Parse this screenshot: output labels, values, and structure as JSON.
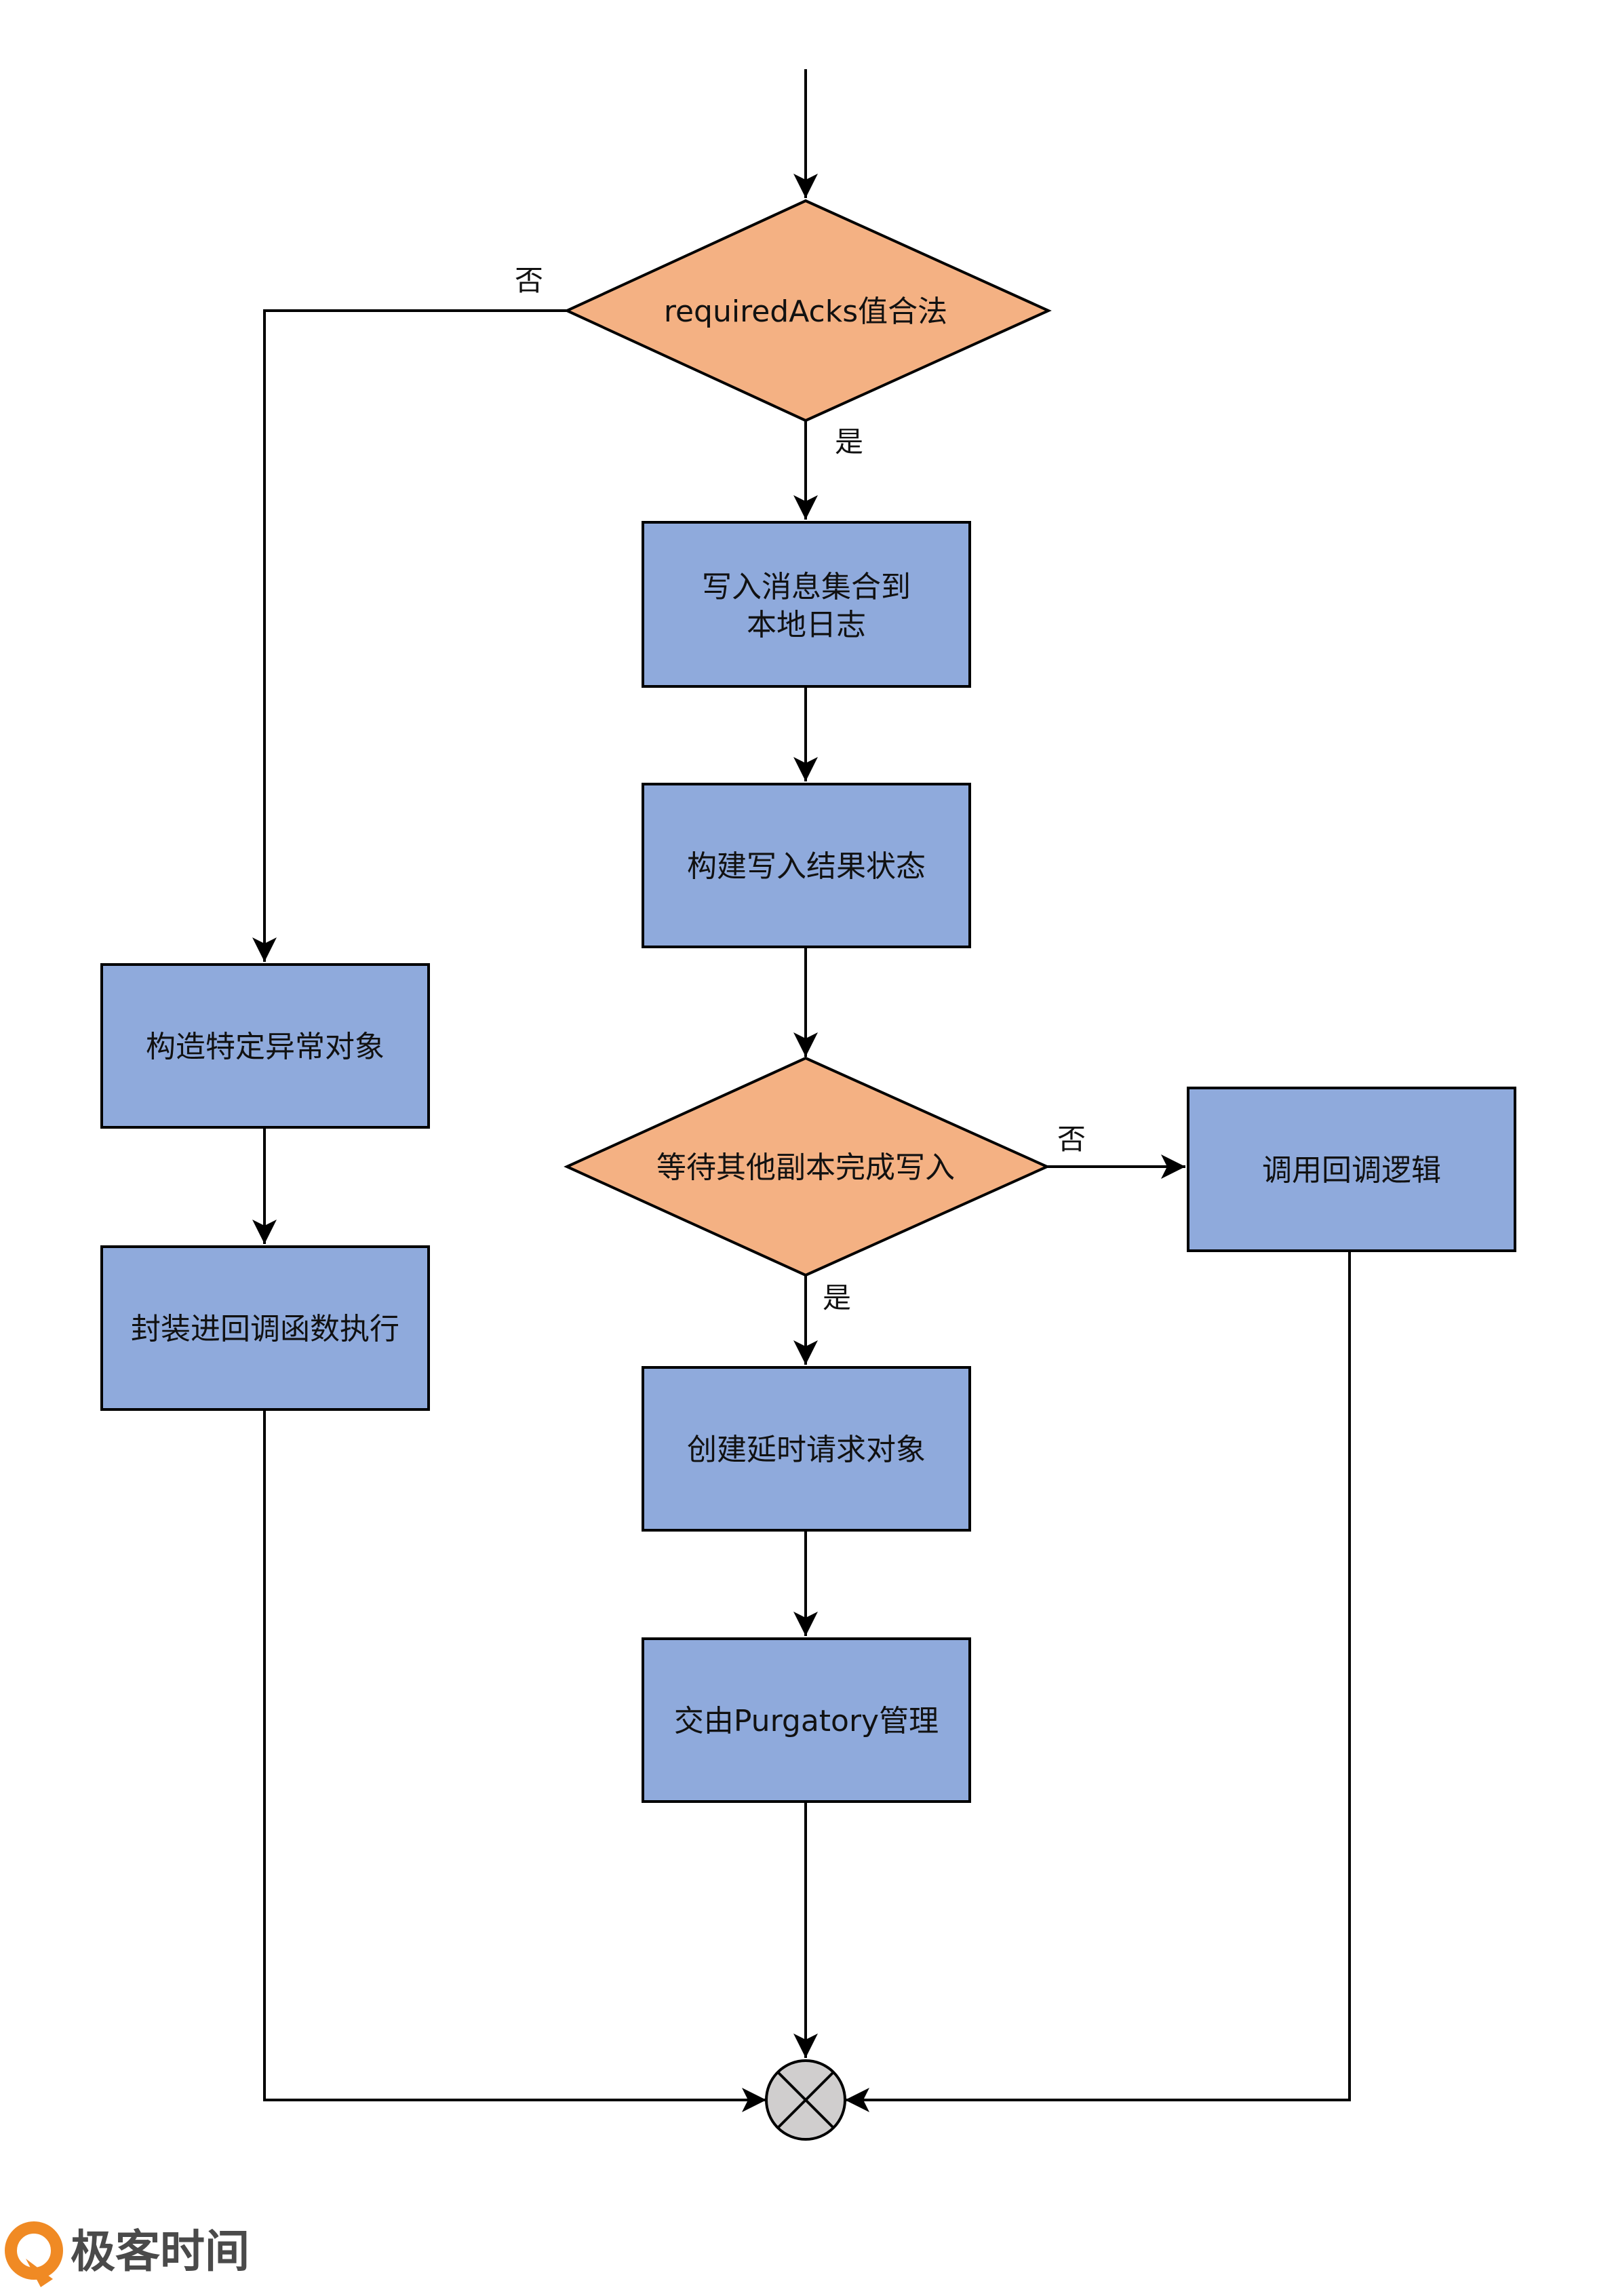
{
  "colors": {
    "process_fill": "#8faadc",
    "decision_fill": "#f4b183",
    "stroke": "#000000",
    "terminator_fill": "#d0cece",
    "brand_orange": "#f08a24",
    "brand_text": "#4a4a4a"
  },
  "nodes": {
    "decision_required_acks": "requiredAcks值合法",
    "write_local_log_line1": "写入消息集合到",
    "write_local_log_line2": "本地日志",
    "build_write_result": "构建写入结果状态",
    "build_exception": "构造特定异常对象",
    "wrap_callback": "封装进回调函数执行",
    "decision_wait_replicas": "等待其他副本完成写入",
    "invoke_callback": "调用回调逻辑",
    "create_delayed_request": "创建延时请求对象",
    "hand_to_purgatory": "交由Purgatory管理"
  },
  "edge_labels": {
    "no_left": "否",
    "yes_first": "是",
    "no_right": "否",
    "yes_second": "是"
  },
  "brand": {
    "name": "极客时间",
    "logo_icon": "geektime-logo-icon"
  }
}
